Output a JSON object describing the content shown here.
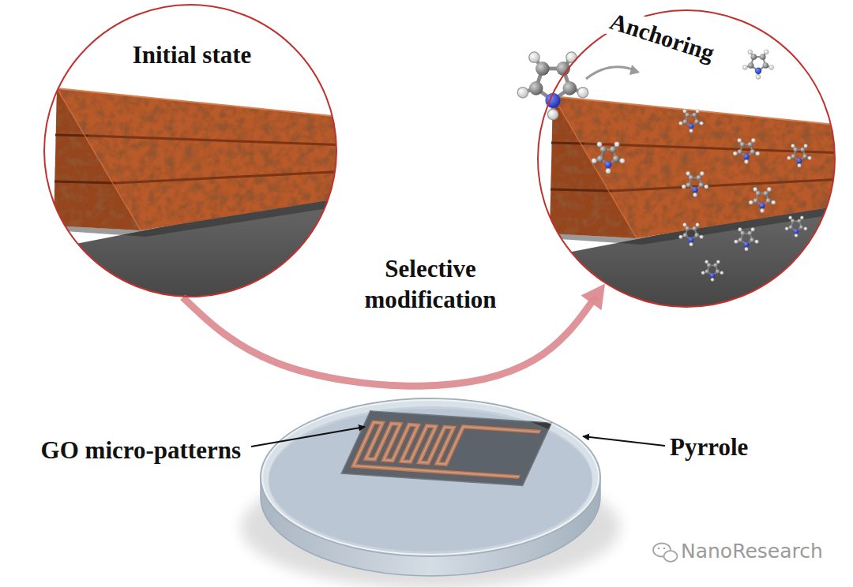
{
  "diagram": {
    "nodes": [
      {
        "text": [
          "Initial state"
        ]
      },
      {
        "text": [
          "Anchoring"
        ]
      }
    ],
    "edges": [
      {
        "from": 0,
        "to": 1,
        "arrow": "to",
        "label": "Selective modification"
      }
    ],
    "labels": [
      "GO micro-patterns",
      "Pyrrole",
      "NanoResearch"
    ]
  }
}
